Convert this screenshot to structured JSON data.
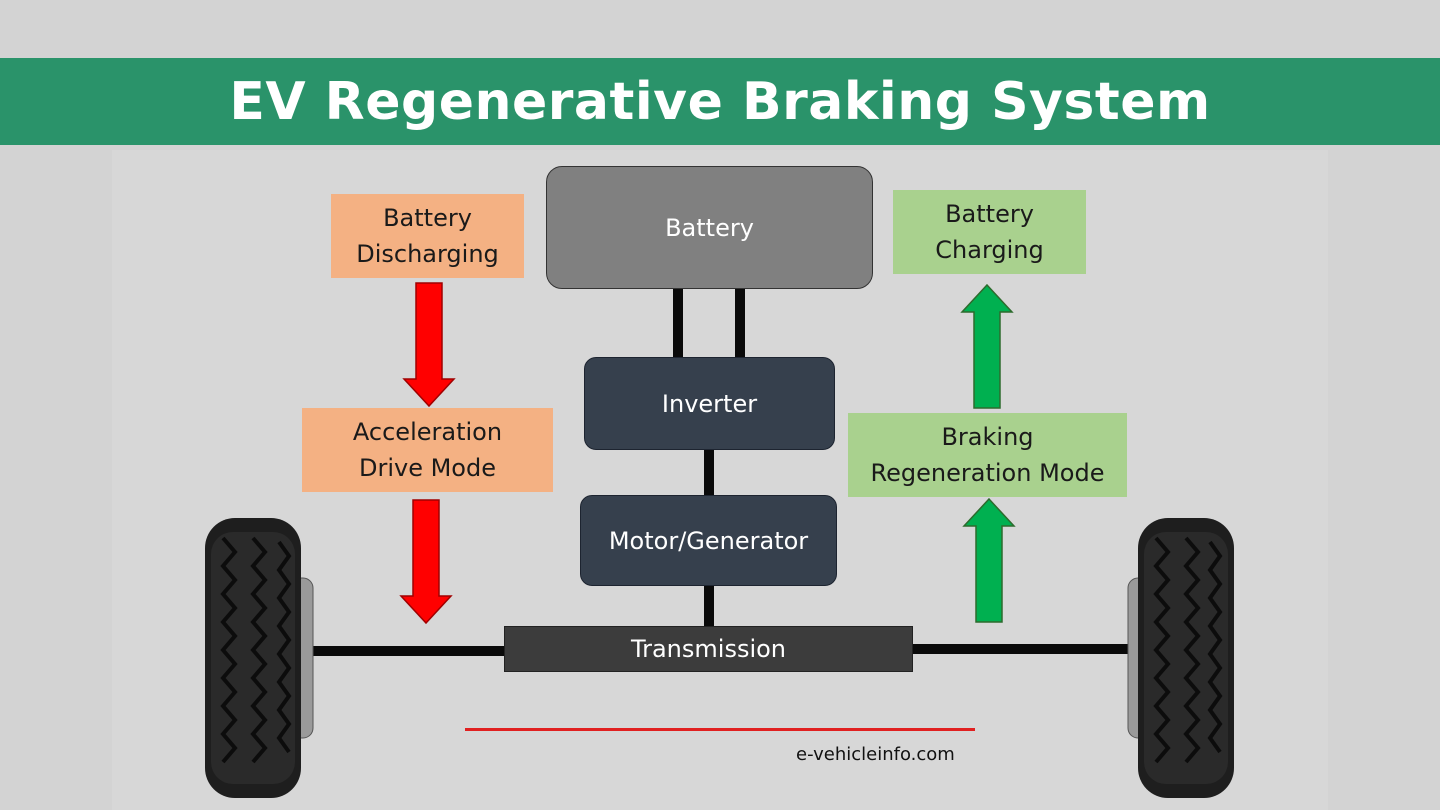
{
  "title": "EV Regenerative Braking System",
  "components": {
    "battery": "Battery",
    "inverter": "Inverter",
    "motor": "Motor/Generator",
    "transmission": "Transmission"
  },
  "left_flow": {
    "top_label": "Battery\nDischarging",
    "mode_label": "Acceleration\nDrive Mode",
    "arrow_color": "#ff0000"
  },
  "right_flow": {
    "top_label": "Battery\nCharging",
    "mode_label": "Braking\nRegeneration Mode",
    "arrow_color": "#00b050"
  },
  "footer": "e-vehicleinfo.com",
  "colors": {
    "banner": "#2a936a",
    "drive_box": "#f4b183",
    "regen_box": "#a9d18e"
  }
}
